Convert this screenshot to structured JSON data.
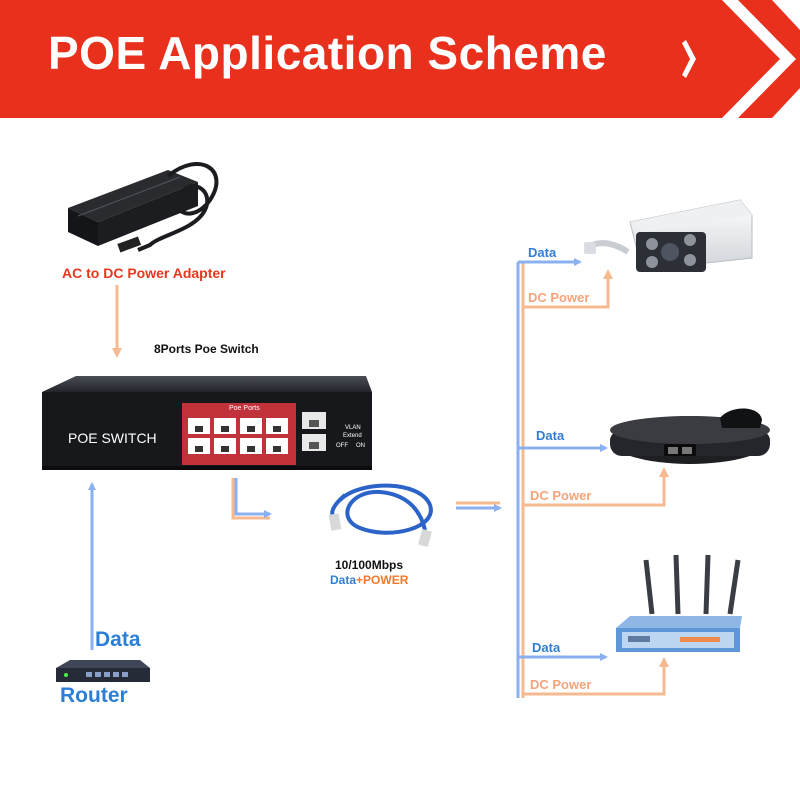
{
  "header": {
    "title": "POE Application Scheme",
    "color": "#e8301c"
  },
  "power_adapter": {
    "label": "AC to DC Power Adapter"
  },
  "switch": {
    "caption": "8Ports Poe Switch",
    "front_text": "POE SWITCH",
    "ports_label": "Poe Ports",
    "vlan_label": "VLAN",
    "extend_label": "Extend",
    "off_label": "OFF",
    "on_label": "ON"
  },
  "cable": {
    "speed": "10/100Mbps",
    "data_word": "Data",
    "plus_power": "+POWER"
  },
  "router": {
    "label": "Router",
    "data_label": "Data"
  },
  "devices": [
    {
      "name": "ip-camera",
      "data_label": "Data",
      "power_label": "DC Power"
    },
    {
      "name": "ip-phone",
      "data_label": "Data",
      "power_label": "DC Power"
    },
    {
      "name": "wifi-router",
      "data_label": "Data",
      "power_label": "DC Power"
    }
  ],
  "colors": {
    "data_line": "#8ab0f2",
    "power_line": "#f7b98f",
    "switch_red": "#c2323a"
  }
}
